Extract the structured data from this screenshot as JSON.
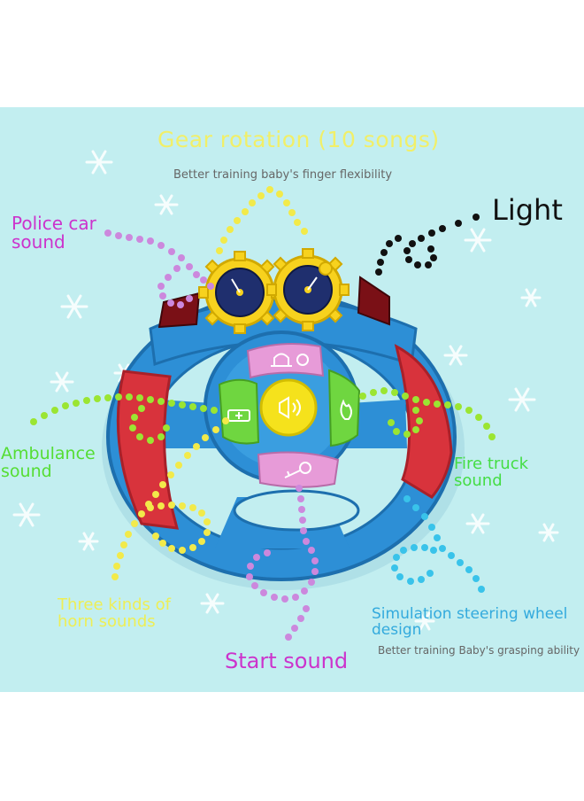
{
  "labels": {
    "gear_title": "Gear rotation (10 songs)",
    "gear_subtitle": "Better training baby's finger flexibility",
    "light": "Light",
    "police": "Police car sound",
    "ambulance": "Ambulance sound",
    "fire_truck": "Fire truck sound",
    "horn": "Three kinds of horn sounds",
    "start": "Start sound",
    "simulation": "Simulation steering wheel design",
    "simulation_subtitle": "Better training Baby's grasping ability"
  },
  "colors": {
    "background": "#c2eef0",
    "wheel_blue": "#2d8fd6",
    "grip_red": "#d8333c",
    "gear_yellow": "#f7d21e",
    "dial_navy": "#1f2f6e",
    "button_pink": "#e79bd8",
    "button_green": "#6fd640",
    "horn_yellow": "#f5e21c",
    "dots_yellow": "#f2ea4a",
    "dots_purple": "#cc88dd",
    "dots_green": "#9be532",
    "dots_blue": "#39c3ea",
    "dots_black": "#111111"
  },
  "icons": [
    "snowflake-icon",
    "siren-icon",
    "ambulance-icon",
    "fire-icon",
    "key-icon",
    "horn-icon"
  ]
}
